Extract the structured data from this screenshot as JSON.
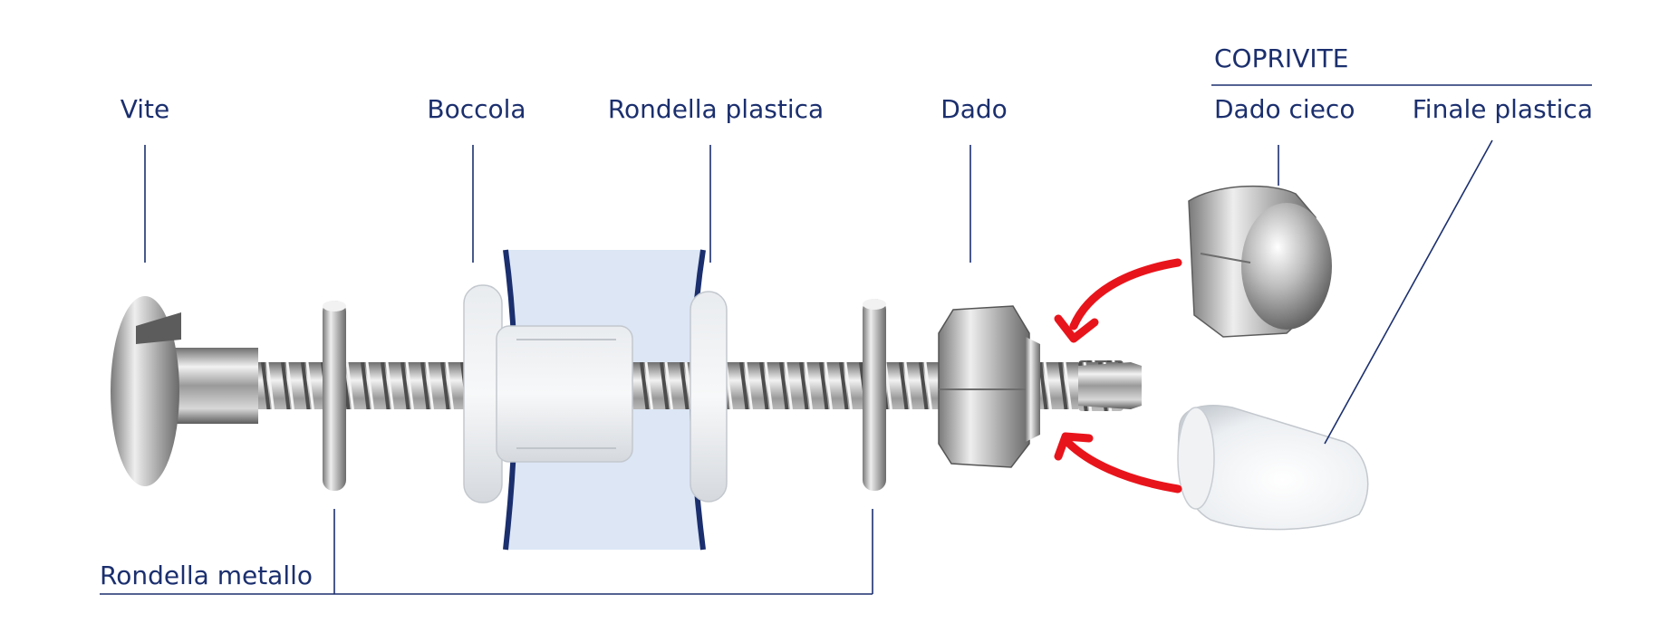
{
  "labels": {
    "screw": "Vite",
    "bushing": "Boccola",
    "plastic_washer": "Rondella plastica",
    "nut": "Dado",
    "cover_group": "COPRIVITE",
    "cap_nut": "Dado cieco",
    "plastic_end": "Finale plastica",
    "metal_washer": "Rondella metallo"
  },
  "colors": {
    "label_text": "#1b2f6e",
    "arrow": "#e8141b",
    "glass": "#dce6f5",
    "glass_edge": "#1b2f6e"
  }
}
